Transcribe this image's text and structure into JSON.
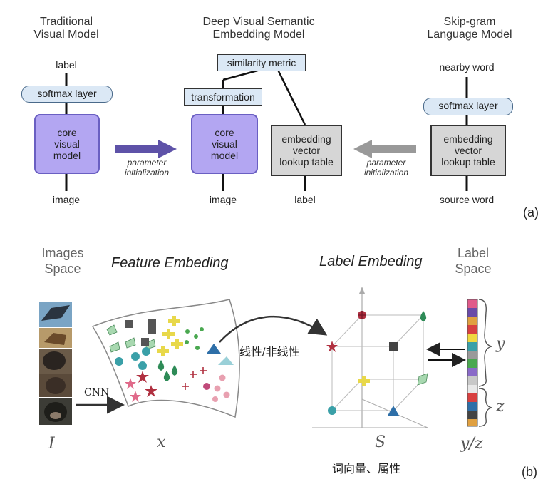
{
  "panel_a": {
    "left_title": "Traditional\nVisual Model",
    "mid_title": "Deep Visual Semantic\nEmbedding Model",
    "right_title": "Skip-gram\nLanguage Model",
    "left_label": "label",
    "left_softmax": "softmax layer",
    "left_core": "core\nvisual\nmodel",
    "left_image": "image",
    "param_init_left": "parameter\ninitialization",
    "similarity": "similarity metric",
    "transformation": "transformation",
    "mid_core": "core\nvisual\nmodel",
    "mid_image": "image",
    "mid_embedding": "embedding\nvector\nlookup table",
    "mid_label": "label",
    "param_init_right": "parameter\ninitialization",
    "right_nearby": "nearby word",
    "right_softmax": "softmax layer",
    "right_embedding": "embedding\nvector\nlookup table",
    "right_source": "source word",
    "tag": "(a)"
  },
  "panel_b": {
    "images_space": "Images\nSpace",
    "feature_embedding": "Feature Embeding",
    "label_embedding": "Label Embeding",
    "label_space": "Label\nSpace",
    "cnn": "CNN",
    "linear": "线性/非线性",
    "var_I": "I",
    "var_x": "x",
    "var_S": "S",
    "var_yz": "y/z",
    "var_y": "y",
    "var_z": "z",
    "word_vec": "词向量、属性",
    "tag": "(b)"
  },
  "colors": {
    "core_fill": "#b3a6f2",
    "pill_fill": "#dbe8f5",
    "gray_fill": "#d6d6d6",
    "arrow_purple": "#5e52a8",
    "arrow_gray": "#999999",
    "green": "#2e8b57",
    "teal": "#3aa0a8",
    "yellow": "#e8d84a",
    "red": "#b03040",
    "pink": "#e06a8a",
    "dark": "#444444"
  }
}
